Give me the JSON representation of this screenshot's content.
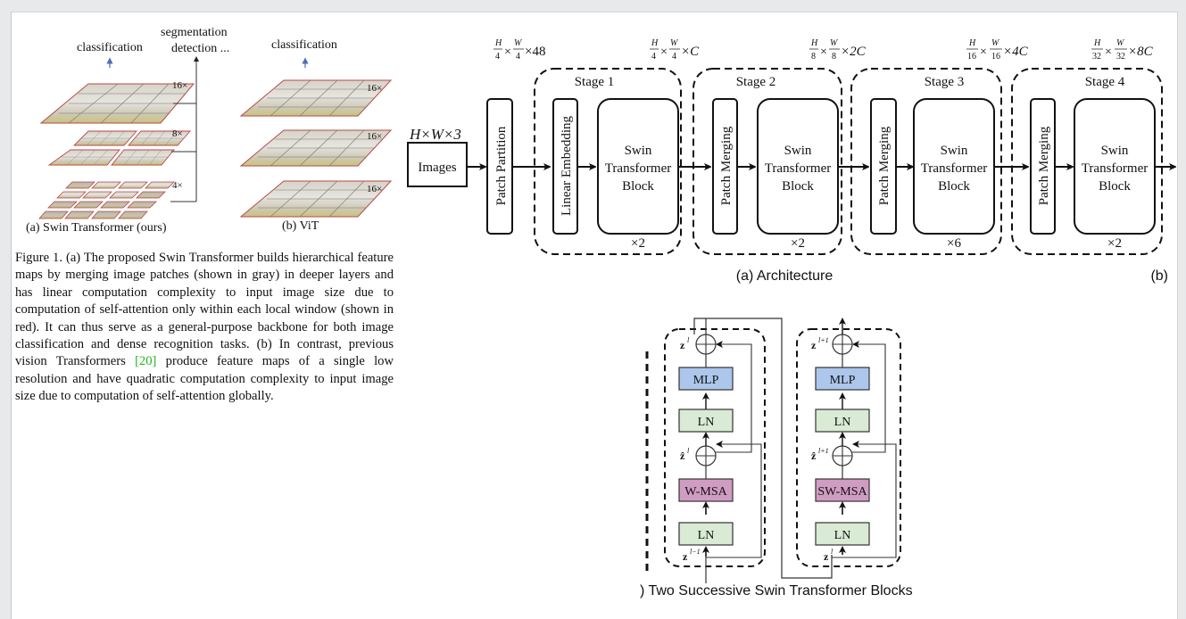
{
  "viewer": {
    "background_color": "#e8e9ea",
    "page_color": "#ffffff"
  },
  "figure1": {
    "panel_a": {
      "top_label": "classification",
      "side_label_line1": "segmentation",
      "side_label_line2": "detection ...",
      "levels": [
        {
          "multiplier": "16×",
          "grid": "1 window of 4×4 patches"
        },
        {
          "multiplier": "8×",
          "grid": "2×2 windows"
        },
        {
          "multiplier": "4×",
          "grid": "4×4 windows"
        }
      ],
      "caption": "(a) Swin Transformer (ours)"
    },
    "panel_b": {
      "top_label": "classification",
      "levels": [
        {
          "multiplier": "16×"
        },
        {
          "multiplier": "16×"
        },
        {
          "multiplier": "16×"
        }
      ],
      "caption": "(b) ViT"
    },
    "caption": {
      "before_ref": "Figure 1. (a) The proposed Swin Transformer builds hierarchical feature maps by merging image patches (shown in gray) in deeper layers and has linear computation complexity to input image size due to computation of self-attention only within each local window (shown in red). It can thus serve as a general-purpose backbone for both image classification and dense recognition tasks. (b) In contrast, previous vision Transformers ",
      "ref": "[20]",
      "after_ref": " produce feature maps of a single low resolution and have quadratic computation complexity to input image size due to computation of self-attention globally.",
      "ref_color": "#22b522"
    }
  },
  "architecture": {
    "input_dim": "H×W×3",
    "input_label": "Images",
    "patch_partition": "Patch Partition",
    "dims": [
      {
        "num_h": "H",
        "den_h": "4",
        "num_w": "W",
        "den_w": "4",
        "ch": "×48"
      },
      {
        "num_h": "H",
        "den_h": "4",
        "num_w": "W",
        "den_w": "4",
        "ch": "×C"
      },
      {
        "num_h": "H",
        "den_h": "8",
        "num_w": "W",
        "den_w": "8",
        "ch": "×2C"
      },
      {
        "num_h": "H",
        "den_h": "16",
        "num_w": "W",
        "den_w": "16",
        "ch": "×4C"
      },
      {
        "num_h": "H",
        "den_h": "32",
        "num_w": "W",
        "den_w": "32",
        "ch": "×8C"
      }
    ],
    "stages": [
      {
        "title": "Stage 1",
        "first_block": "Linear Embedding",
        "block_l1": "Swin",
        "block_l2": "Transformer",
        "block_l3": "Block",
        "repeat": "×2"
      },
      {
        "title": "Stage 2",
        "first_block": "Patch Merging",
        "block_l1": "Swin",
        "block_l2": "Transformer",
        "block_l3": "Block",
        "repeat": "×2"
      },
      {
        "title": "Stage 3",
        "first_block": "Patch Merging",
        "block_l1": "Swin",
        "block_l2": "Transformer",
        "block_l3": "Block",
        "repeat": "×6"
      },
      {
        "title": "Stage 4",
        "first_block": "Patch Merging",
        "block_l1": "Swin",
        "block_l2": "Transformer",
        "block_l3": "Block",
        "repeat": "×2"
      }
    ],
    "caption": "(a) Architecture",
    "panel_b_label": "(b)"
  },
  "blocks": {
    "left": {
      "out_var": "z",
      "out_sup": "l",
      "mid_var": "ẑ",
      "mid_sup": "l",
      "in_var": "z",
      "in_sup": "l−1",
      "mlp": "MLP",
      "ln_top": "LN",
      "attn": "W-MSA",
      "ln_bottom": "LN"
    },
    "right": {
      "out_var": "z",
      "out_sup": "l+1",
      "mid_var": "ẑ",
      "mid_sup": "l+1",
      "in_var": "z",
      "in_sup": "l",
      "mlp": "MLP",
      "ln_top": "LN",
      "attn": "SW-MSA",
      "ln_bottom": "LN"
    },
    "colors": {
      "mlp": "#adc6ec",
      "ln": "#d9ead5",
      "msa": "#d09cc2"
    },
    "caption": ") Two Successive Swin Transformer Blocks"
  }
}
